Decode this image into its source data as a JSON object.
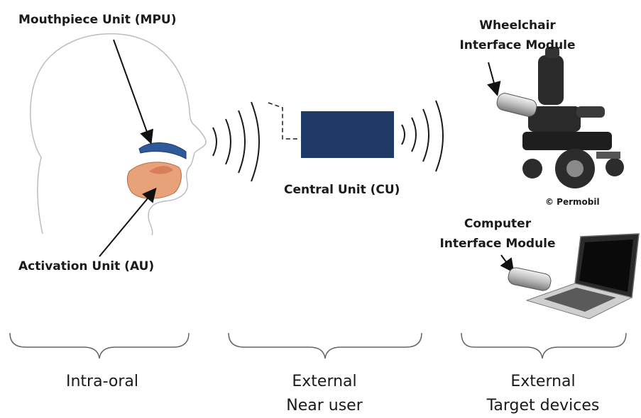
{
  "labels": {
    "mpu": "Mouthpiece Unit (MPU)",
    "au": "Activation Unit (AU)",
    "cu": "Central Unit (CU)",
    "wheelchair_line1": "Wheelchair",
    "wheelchair_line2": "Interface Module",
    "permobil": "© Permobil",
    "computer_line1": "Computer",
    "computer_line2": "Interface Module"
  },
  "groups": {
    "intraoral": "Intra-oral",
    "external_near_line1": "External",
    "external_near_line2": "Near user",
    "external_target_line1": "External",
    "external_target_line2": "Target devices"
  },
  "colors": {
    "central_unit": "#1f3a66",
    "mouthpiece": "#2e5a9c",
    "activation": "#e8a27a",
    "line": "#222222"
  }
}
